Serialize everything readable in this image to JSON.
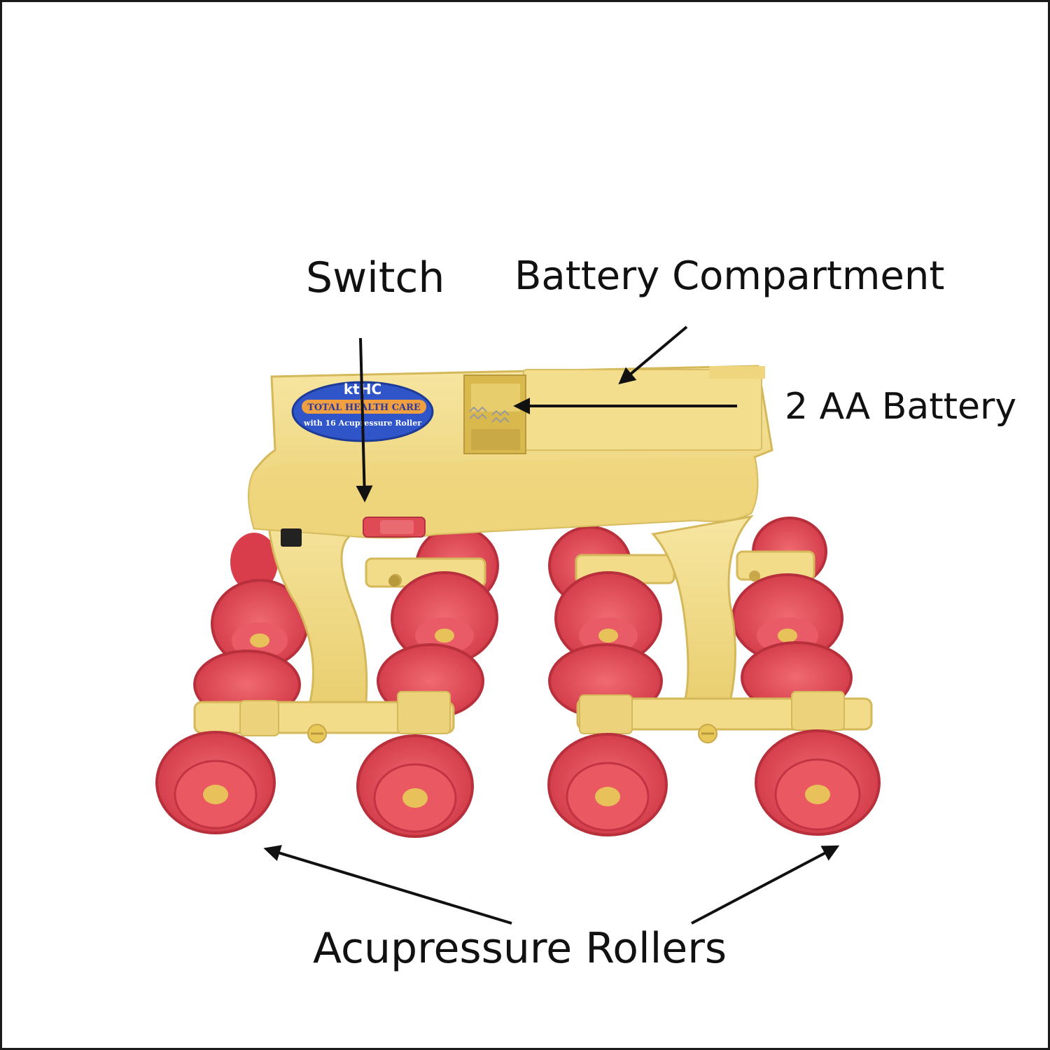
{
  "colors": {
    "body_yellow": "#f2dc8a",
    "body_shadow": "#d9bf62",
    "roller_red": "#e8505a",
    "roller_dark": "#c23444",
    "badge_blue": "#2f55c8",
    "badge_orange": "#f0a040",
    "arrow": "#111111"
  },
  "labels": {
    "switch": "Switch",
    "battery_compartment": "Battery Compartment",
    "aa_battery": "2 AA Battery",
    "rollers": "Acupressure Rollers"
  },
  "logo": {
    "brand": "ktHC",
    "line1": "TOTAL HEALTH CARE",
    "line2": "with 16 Acupressure Roller"
  }
}
